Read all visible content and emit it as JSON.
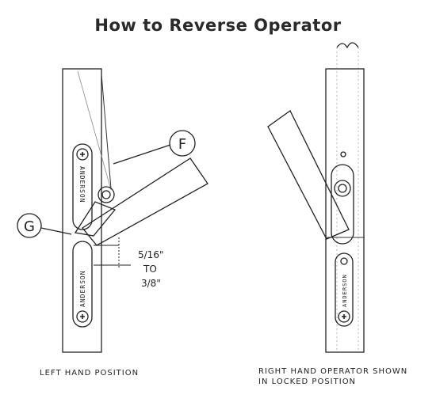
{
  "title": "How to Reverse Operator",
  "labels": {
    "callout_f": "F",
    "callout_g": "G",
    "dimension_line1": "5/16\"",
    "dimension_line2": "TO",
    "dimension_line3": "3/8\"",
    "brand_text": "ANDERSON"
  },
  "captions": {
    "left": "LEFT HAND POSITION",
    "right_line1": "RIGHT HAND OPERATOR SHOWN",
    "right_line2": "IN LOCKED POSITION"
  }
}
